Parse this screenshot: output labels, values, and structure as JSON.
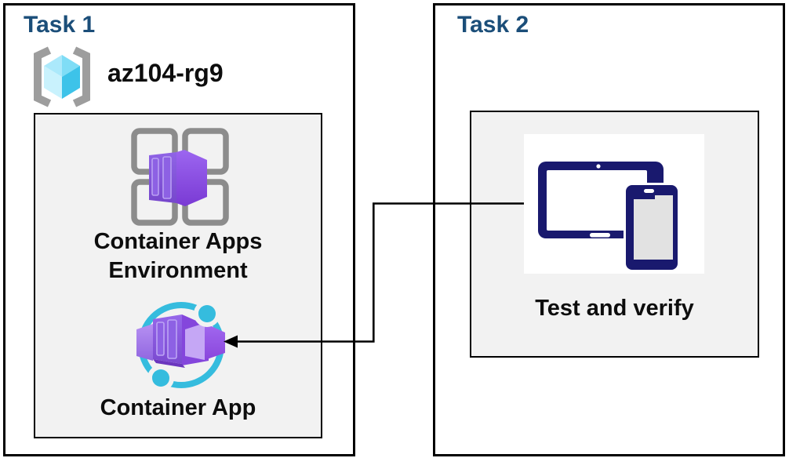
{
  "task1": {
    "title": "Task 1",
    "resource_group_name": "az104-rg9",
    "environment_label": "Container Apps Environment",
    "app_label": "Container App"
  },
  "task2": {
    "title": "Task 2",
    "test_label": "Test and verify"
  },
  "icons": {
    "resource_group": "resource-group-icon",
    "environment": "container-apps-environment-icon",
    "container_app": "container-app-icon",
    "devices": "devices-icon",
    "connector": "arrow-connector"
  },
  "colors": {
    "heading": "#1B4E79",
    "panel_bg": "#F2F2F2",
    "box_border": "#000000",
    "label_text": "#0D0D0D",
    "azure_cyan": "#35BCDE",
    "device_navy": "#19196E",
    "device_screen": "#E2E2E2",
    "grid_gray": "#8C8C8C",
    "bracket_gray": "#9D9D9D",
    "connector": "#000000",
    "cube_top_left": "#ABE9FB",
    "cube_top_right": "#7FDDF6",
    "cube_left": "#C9F2FD",
    "cube_right": "#3DC3E9"
  }
}
